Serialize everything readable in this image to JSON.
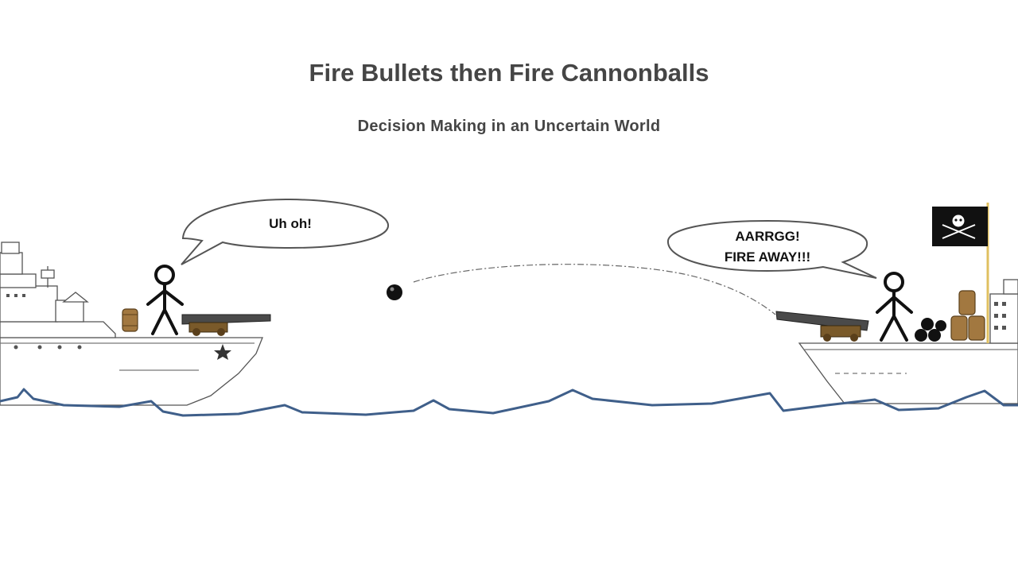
{
  "slide": {
    "title": "Fire Bullets then Fire Cannonballs",
    "subtitle": "Decision Making in an Uncertain World"
  },
  "left_ship": {
    "speech": "Uh oh!"
  },
  "right_ship": {
    "speech_line1": "AARRGG!",
    "speech_line2": "FIRE AWAY!!!",
    "flag_icon": "jolly-roger-icon"
  },
  "colors": {
    "title": "#454545",
    "water": "#3f5f8a",
    "cannon": "#4a4a4a",
    "cannon_carriage": "#7a5a2a",
    "barrel": "#a27840",
    "flag": "#111111",
    "mast": "#e0c060"
  }
}
